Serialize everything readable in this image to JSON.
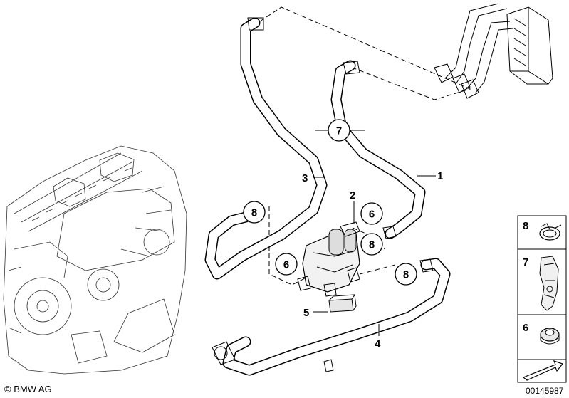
{
  "callouts": {
    "c1": "1",
    "c2": "2",
    "c3": "3",
    "c4": "4",
    "c5": "5",
    "c6a": "6",
    "c6b": "6",
    "c7": "7",
    "c8a": "8",
    "c8b": "8",
    "c8c": "8"
  },
  "legend": {
    "item8": "8",
    "item7": "7",
    "item6": "6"
  },
  "footer": {
    "copyright": "© BMW AG",
    "doc_id": "00145987"
  }
}
